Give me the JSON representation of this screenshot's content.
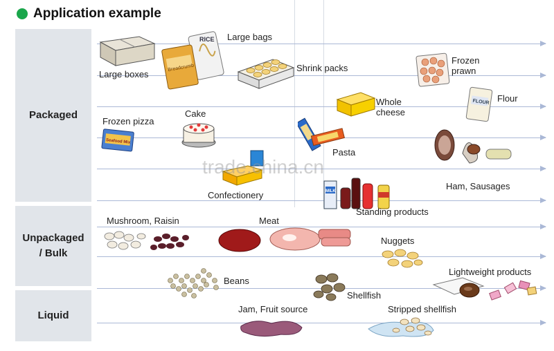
{
  "heading": "Application example",
  "categories": {
    "packaged": "Packaged",
    "unpackaged": "Unpackaged\n/ Bulk",
    "liquid": "Liquid"
  },
  "items": {
    "large_boxes": "Large boxes",
    "large_bags": "Large bags",
    "shrink_packs": "Shrink packs",
    "frozen_prawn": "Frozen\nprawn",
    "flour": "Flour",
    "whole_cheese": "Whole\ncheese",
    "frozen_pizza": "Frozen pizza",
    "cake": "Cake",
    "pasta": "Pasta",
    "confectionery": "Confectionery",
    "ham_sausages": "Ham, Sausages",
    "standing_products": "Standing products",
    "mushroom_raisin": "Mushroom, Raisin",
    "meat": "Meat",
    "nuggets": "Nuggets",
    "beans": "Beans",
    "lightweight_products": "Lightweight products",
    "shellfish": "Shellfish",
    "jam_fruit_source": "Jam, Fruit source",
    "stripped_shellfish": "Stripped shellfish"
  },
  "package_text": {
    "rice": "RICE",
    "breadcrumb": "Breadcrumb",
    "flour_bag": "FLOUR",
    "milk": "MILK",
    "pizza": "Seafood Mix"
  },
  "watermark": "trade.china.cn",
  "colors": {
    "accent_dot": "#1aa64b",
    "category_bg": "#e1e5ea",
    "arrow": "#aab8d6"
  }
}
